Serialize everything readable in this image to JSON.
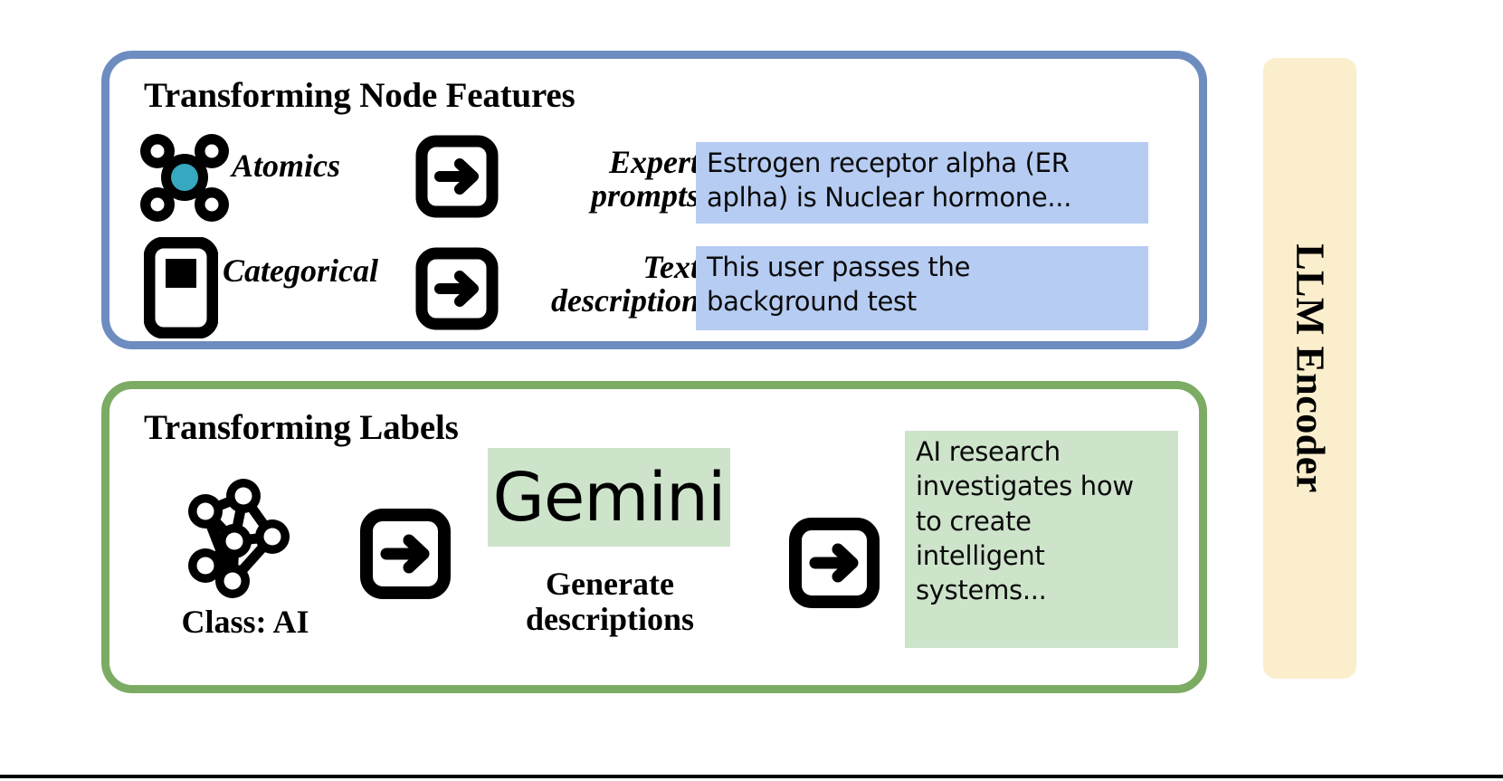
{
  "figure": {
    "panels": [
      {
        "id": "transforming-node-features",
        "title": "Transforming Node Features",
        "border_color": "#6d8cc0",
        "rows": [
          {
            "icon": "molecule-icon",
            "source_label": "Atomics",
            "arrow": "arrow-right-box-icon",
            "transform_label": "Expert\nprompts",
            "output_text": "Estrogen receptor alpha (ER aplha) is Nuclear hormone...",
            "output_bg": "#b6ccf2"
          },
          {
            "icon": "categorical-card-icon",
            "source_label": "Categorical",
            "arrow": "arrow-right-box-icon",
            "transform_label": "Text\ndescription",
            "output_text": "This user passes the background test",
            "output_bg": "#b6ccf2"
          }
        ]
      },
      {
        "id": "transforming-labels",
        "title": "Transforming Labels",
        "border_color": "#7cab63",
        "rows": [
          {
            "icon": "graph-neural-network-icon",
            "source_label": "Class: AI",
            "arrow": "arrow-right-box-icon",
            "model_name": "Gemini",
            "transform_label": "Generate\ndescriptions",
            "arrow2": "arrow-right-box-icon",
            "output_text": "AI research investigates how to create intelligent systems...",
            "output_bg": "#cde4cb"
          }
        ]
      }
    ],
    "encoder": {
      "label": "LLM Encoder",
      "bg_color": "#fbeecd"
    },
    "colors": {
      "blue_border": "#6d8cc0",
      "green_border": "#7cab63",
      "blue_chip": "#b6ccf2",
      "green_chip": "#cde4cb",
      "encoder_bg": "#fbeecd",
      "molecule_accent": "#36a8bf",
      "ink": "#000000"
    },
    "labels": {
      "title_features": "Transforming Node Features",
      "title_labels": "Transforming Labels",
      "atomics": "Atomics",
      "categorical": "Categorical",
      "expert_prompts_line1": "Expert",
      "expert_prompts_line2": "prompts",
      "text_description_line1": "Text",
      "text_description_line2": "description",
      "class_ai": "Class: AI",
      "gemini": "Gemini",
      "generate_line1": "Generate",
      "generate_line2": "descriptions",
      "blue_text_1": "Estrogen receptor alpha (ER\naplha) is Nuclear hormone...",
      "blue_text_2": "This user passes the\nbackground test",
      "green_text_1": "AI research\ninvestigates how\nto create\nintelligent\nsystems...",
      "encoder": "LLM Encoder"
    }
  }
}
